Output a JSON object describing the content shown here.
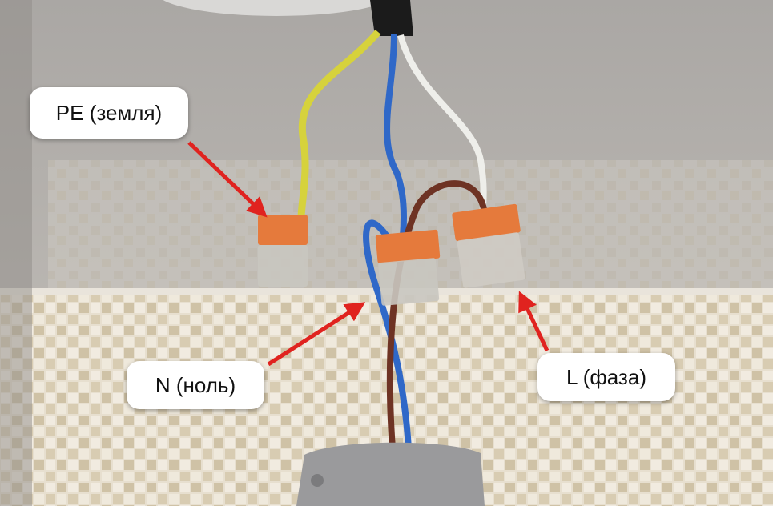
{
  "labels": {
    "pe": "PE (земля)",
    "n": "N (ноль)",
    "l": "L (фаза)"
  },
  "colors": {
    "arrow": "#e0231f",
    "wire_pe": "#d6d23c",
    "wire_n": "#2f68c8",
    "wire_l": "#6e3324",
    "wire_white": "#eeeeea",
    "connector": "#e57a3c"
  },
  "icons": [
    "arrow-icon"
  ]
}
